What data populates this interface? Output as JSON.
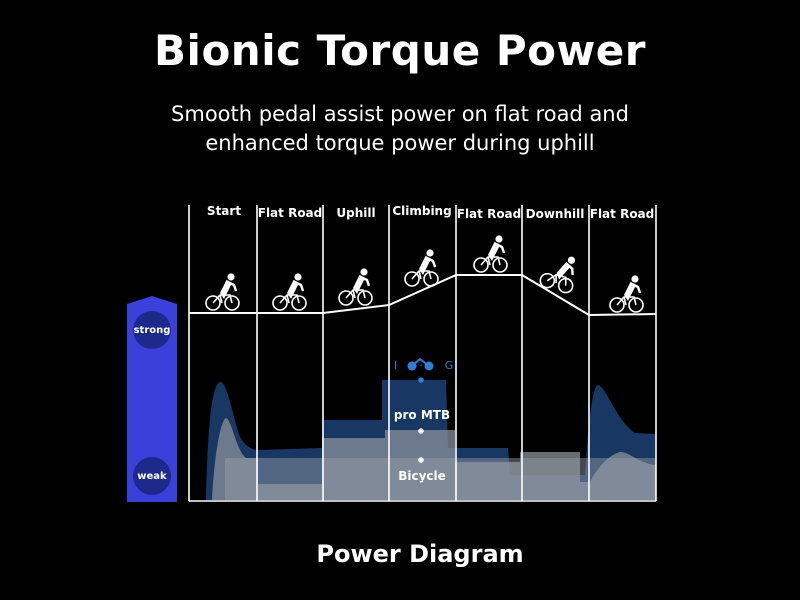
{
  "header": {
    "title": "Bionic Torque Power",
    "subtitle_line1": "Smooth pedal assist power on flat road and",
    "subtitle_line2": "enhanced torque power during uphill"
  },
  "diagram": {
    "segments": [
      "Start",
      "Flat Road",
      "Uphill",
      "Climbing",
      "Flat Road",
      "Downhill",
      "Flat Road"
    ],
    "scale": {
      "high": "strong",
      "low": "weak"
    },
    "series": [
      {
        "name": "logo",
        "label": "I·G",
        "color": "#2f7fd6"
      },
      {
        "name": "pro MTB",
        "label": "pro MTB",
        "color": "#1c3d6e"
      },
      {
        "name": "Bicycle",
        "label": "Bicycle",
        "color": "#8a9099"
      }
    ],
    "accent_color": "#3a40d9"
  },
  "footer": {
    "caption": "Power Diagram"
  }
}
